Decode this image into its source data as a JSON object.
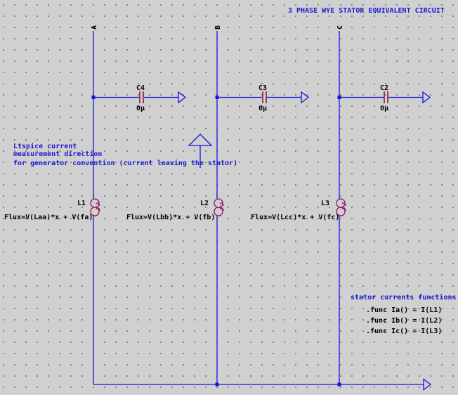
{
  "title": "3 PHASE WYE STATOR EQUIVALENT CIRCUIT",
  "phases": [
    {
      "net": "A",
      "cap_name": "C4",
      "cap_value": "0µ",
      "ind_name": "L1",
      "flux_expr": "Flux=V(Laa)*x + V(fa)"
    },
    {
      "net": "B",
      "cap_name": "C3",
      "cap_value": "0µ",
      "ind_name": "L2",
      "flux_expr": "Flux=V(Lbb)*x + V(fb)"
    },
    {
      "net": "C",
      "cap_name": "C2",
      "cap_value": "0µ",
      "ind_name": "L3",
      "flux_expr": "Flux=V(Lcc)*x + V(fc)"
    }
  ],
  "note_lines": [
    "Ltspice current",
    "measurement direction",
    "for generator convention (current leaving the stator)"
  ],
  "functions_heading": "stator currents functions",
  "functions": [
    ".func Ia() = I(L1)",
    ".func Ib() = I(L2)",
    ".func Ic() = I(L3)"
  ],
  "colors": {
    "wire": "#1515e0",
    "capacitor": "#8b1a3a",
    "inductor": "#8b1a6a",
    "comment_text": "#1a1ad0",
    "label_text": "#000000",
    "background": "#d0d0d0"
  }
}
